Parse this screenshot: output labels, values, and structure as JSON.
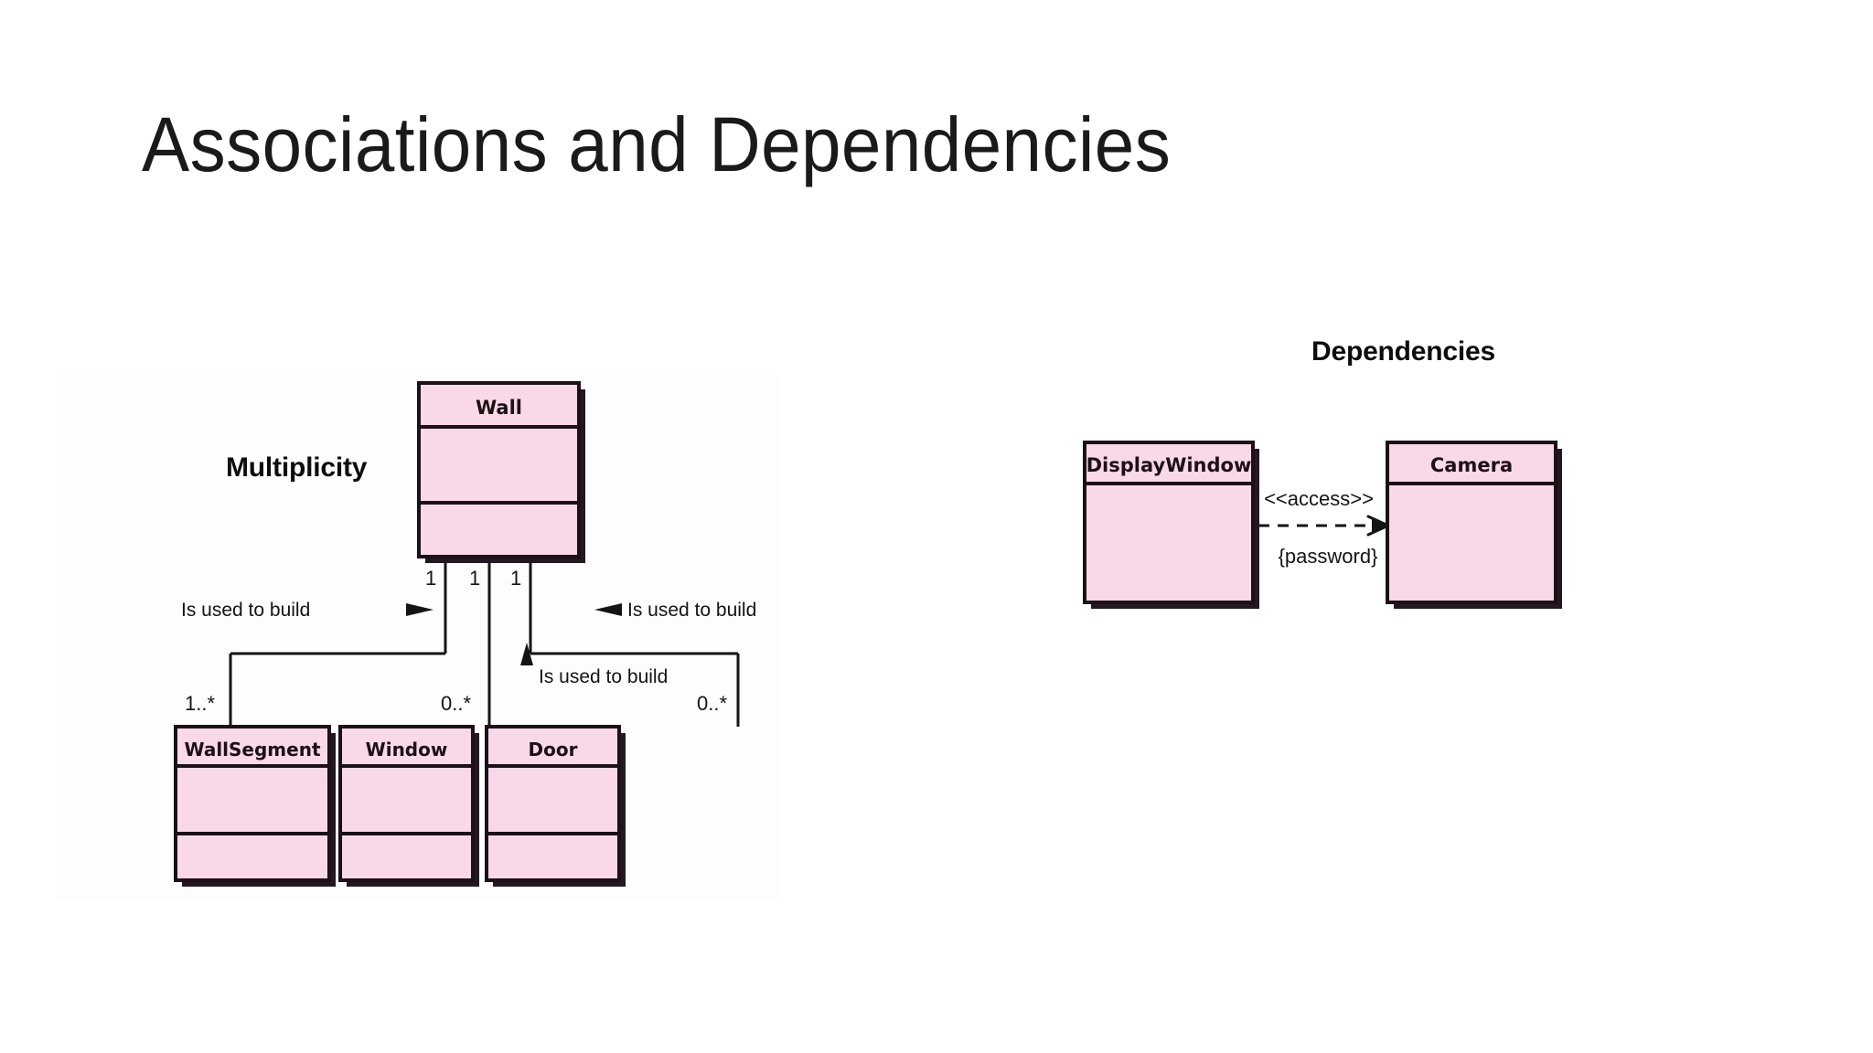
{
  "slide": {
    "title": "Associations and Dependencies",
    "background_color": "#ffffff"
  },
  "theme": {
    "class_fill": "#f9d8e7",
    "class_header_fill": "#f9d0e3",
    "class_border": "#1c1117",
    "shadow": "#231820",
    "text_color": "#141414"
  },
  "figures": {
    "association": {
      "caption": "Multiplicity",
      "parent_class": {
        "name": "Wall",
        "compartments": 3
      },
      "child_classes": [
        {
          "name": "WallSegment",
          "compartments": 3
        },
        {
          "name": "Window",
          "compartments": 3
        },
        {
          "name": "Door",
          "compartments": 3
        }
      ],
      "associations": [
        {
          "label": "Is used to build",
          "arrow": "right",
          "source_multiplicity": "1",
          "target_multiplicity": "1..*",
          "target": "WallSegment"
        },
        {
          "label": "Is used to build",
          "arrow": "up",
          "source_multiplicity": "1",
          "target_multiplicity": "0..*",
          "target": "Window"
        },
        {
          "label": "Is used to build",
          "arrow": "left",
          "source_multiplicity": "1",
          "target_multiplicity": "0..*",
          "target": "Door"
        }
      ]
    },
    "dependency": {
      "caption": "Dependencies",
      "source_class": {
        "name": "DisplayWindow",
        "compartments": 2
      },
      "target_class": {
        "name": "Camera",
        "compartments": 2
      },
      "stereotype": "<<access>>",
      "constraint": "{password}",
      "line_style": "dashed",
      "arrow": "open-right"
    }
  }
}
